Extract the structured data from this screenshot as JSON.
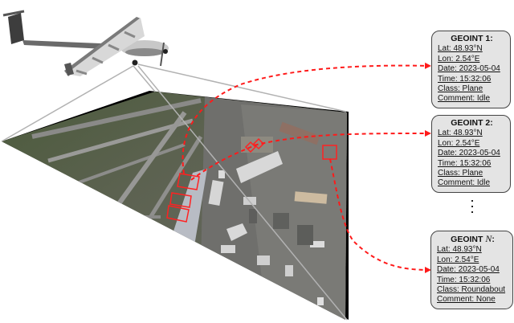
{
  "diagram": {
    "description": "Drone capturing aerial image of an airport; detected objects linked to GEOINT records",
    "drone": {
      "label": "fixed-wing UAV"
    },
    "image": {
      "label": "aerial-airport-image"
    },
    "detection_color": "#ff2222",
    "frustum_color": "#b0b0b0"
  },
  "cards": [
    {
      "title": "GEOINT 1:",
      "lat_label": "Lat",
      "lat": ": 48.93°N",
      "lon": "Lon: 2.54°E",
      "date": "Date: 2023-05-04",
      "time": "Time: 15:32:06",
      "class": "Class: Plane",
      "comment": "Comment: Idle"
    },
    {
      "title": "GEOINT 2:",
      "lat_label": "Lat",
      "lat": ": 48.93°N",
      "lon": "Lon: 2.54°E",
      "date": "Date: 2023-05-04",
      "time": "Time: 15:32:06",
      "class": "Class: Plane",
      "comment": "Comment: Idle"
    },
    {
      "title": "GEOINT ",
      "title_var": "N",
      "title_suffix": ":",
      "lat_label": "Lat",
      "lat": ": 48.93°N",
      "lon": "Lon: 2.54°E",
      "date": "Date: 2023-05-04",
      "time": "Time: 15:32:06",
      "class": "Class: Roundabout",
      "comment": "Comment: None"
    }
  ],
  "ellipsis": "⋮"
}
